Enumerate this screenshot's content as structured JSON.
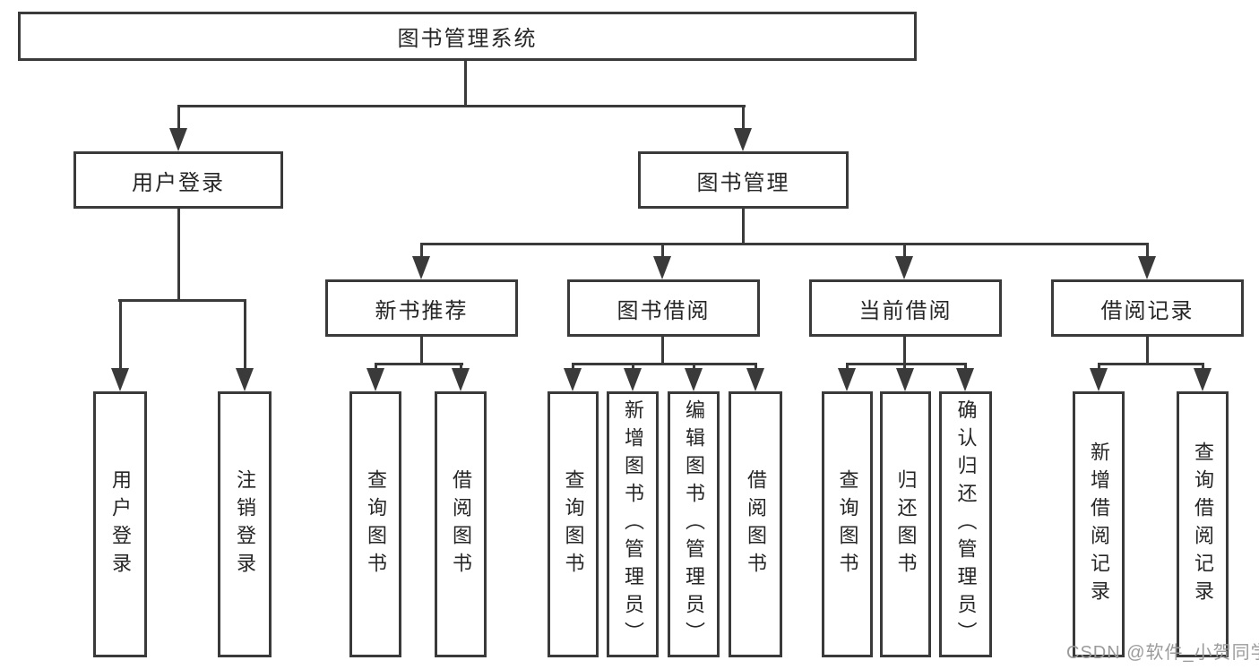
{
  "diagram": {
    "root_label": "图书管理系统",
    "user_login": {
      "label": "用户登录",
      "children": [
        "用户登录",
        "注销登录"
      ]
    },
    "book_management": {
      "label": "图书管理",
      "new_book_recommend": {
        "label": "新书推荐",
        "children": [
          "查询图书",
          "借阅图书"
        ]
      },
      "book_borrow": {
        "label": "图书借阅",
        "children": [
          "查询图书",
          "新增图书（管理员）",
          "编辑图书（管理员）",
          "借阅图书"
        ]
      },
      "current_borrow": {
        "label": "当前借阅",
        "children": [
          "查询图书",
          "归还图书",
          "确认归还（管理员）"
        ]
      },
      "borrow_record": {
        "label": "借阅记录",
        "children": [
          "新增借阅记录",
          "查询借阅记录"
        ]
      }
    }
  },
  "watermark": {
    "text": "CSDN @软件_小贺同学"
  },
  "colors": {
    "line": "#3a3a3a",
    "text": "#262626",
    "watermark": "#9b9b9b",
    "background": "#ffffff"
  }
}
